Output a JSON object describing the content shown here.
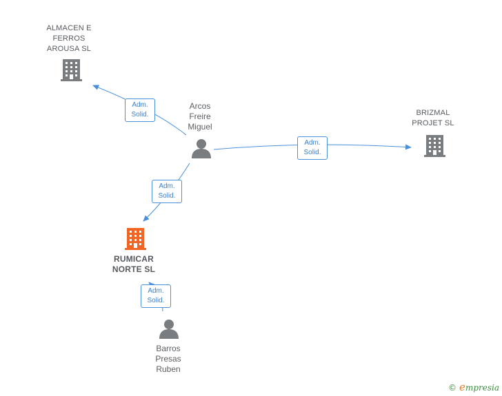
{
  "colors": {
    "edge": "#4a8fd9",
    "company": "#7a7d80",
    "company_highlight": "#f26522",
    "person": "#7a7d80"
  },
  "nodes": {
    "almacen": {
      "label": "ALMACEN E\nFERROS\nAROUSA  SL",
      "icon": "building-icon"
    },
    "brizmal": {
      "label": "BRIZMAL\nPROJET  SL",
      "icon": "building-icon"
    },
    "rumicar": {
      "label": "RUMICAR\nNORTE  SL",
      "icon": "building-icon"
    },
    "arcos": {
      "label": "Arcos\nFreire\nMiguel",
      "icon": "person-icon"
    },
    "barros": {
      "label": "Barros\nPresas\nRuben",
      "icon": "person-icon"
    }
  },
  "edges": [
    {
      "from": "arcos",
      "to": "almacen",
      "line1": "Adm.",
      "line2": "Solid."
    },
    {
      "from": "arcos",
      "to": "brizmal",
      "line1": "Adm.",
      "line2": "Solid."
    },
    {
      "from": "arcos",
      "to": "rumicar",
      "line1": "Adm.",
      "line2": "Solid."
    },
    {
      "from": "barros",
      "to": "rumicar",
      "line1": "Adm.",
      "line2": "Solid."
    }
  ],
  "brand": {
    "copyright": "©",
    "first": "e",
    "rest": "mpresia"
  }
}
